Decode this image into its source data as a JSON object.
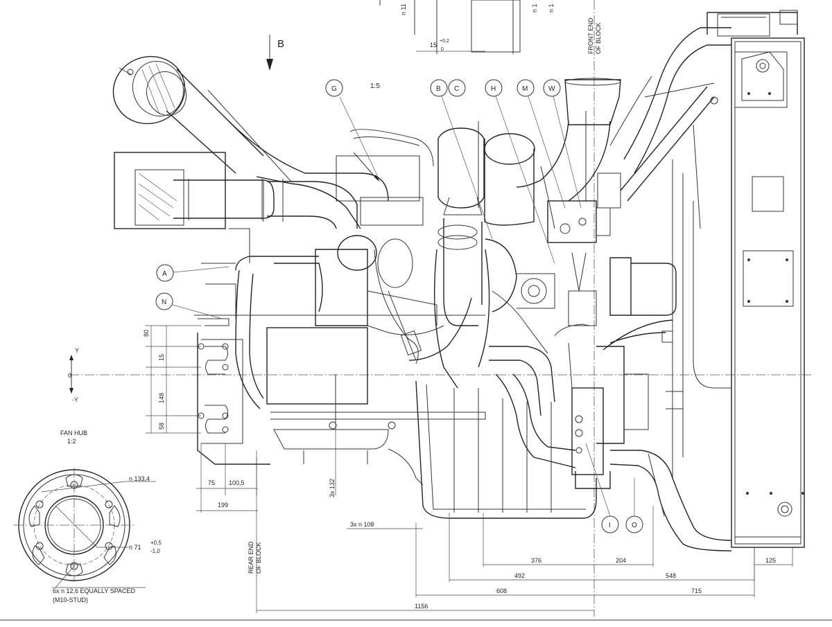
{
  "view": {
    "direction_label": "B",
    "scale": "1:5",
    "front_end_label": [
      "FRONT END",
      "OF BLOCK"
    ],
    "rear_end_label": [
      "REAR END",
      "OF BLOCK"
    ]
  },
  "callouts": [
    "G",
    "B",
    "C",
    "H",
    "M",
    "W",
    "A",
    "N",
    "I",
    "O"
  ],
  "axis_labels": {
    "plus_y": "Y",
    "origin": "0",
    "minus_y": "-Y"
  },
  "top_tolerance": {
    "base": "15",
    "upper": "+0,2",
    "lower": "0"
  },
  "top_partial": {
    "left": "n 11",
    "right_a": "n 1",
    "right_b": "n 1"
  },
  "vertical_dims": [
    "80",
    "15",
    "148",
    "58"
  ],
  "horizontal_dims": {
    "d75": "75",
    "d100_5": "100,5",
    "d199": "199",
    "d3x132": "3x   132",
    "d3x108": "3x   n 108",
    "d376": "376",
    "d204": "204",
    "d492": "492",
    "d548": "548",
    "d608": "608",
    "d715": "715",
    "d1156": "1156",
    "d125": "125"
  },
  "fan_hub": {
    "title": "FAN HUB",
    "scale": "1:2",
    "outer_dia": "n 133,4",
    "bore_dia": "n 71",
    "bore_tol_upper": "+0,5",
    "bore_tol_lower": "-1,0",
    "holes": "6x    n 12,6    EQUALLY SPACED",
    "stud": "(M10-STUD)"
  }
}
